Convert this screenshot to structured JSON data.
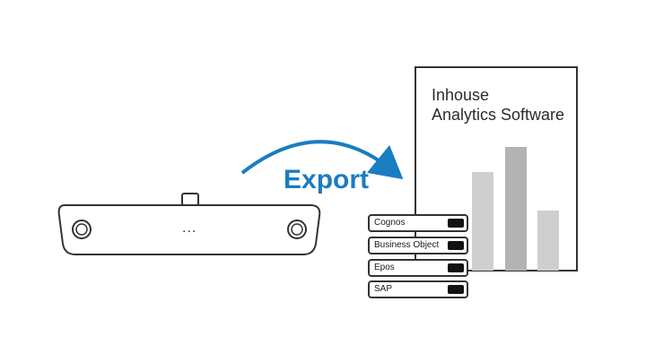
{
  "export_label": "Export",
  "software": {
    "title_line_1": "Inhouse",
    "title_line_2": "Analytics Software"
  },
  "tools": [
    "Cognos",
    "Business Object",
    "Epos",
    "SAP"
  ],
  "device": {
    "dots": "..."
  },
  "colors": {
    "accent": "#1a7cc1",
    "outline": "#333333",
    "bar_light": "#cfcfcf",
    "bar_dark": "#b3b3b3"
  },
  "icons": [
    "export-arrow-icon",
    "camera-device-icon",
    "bar-chart-icon",
    "toggle-icon"
  ]
}
